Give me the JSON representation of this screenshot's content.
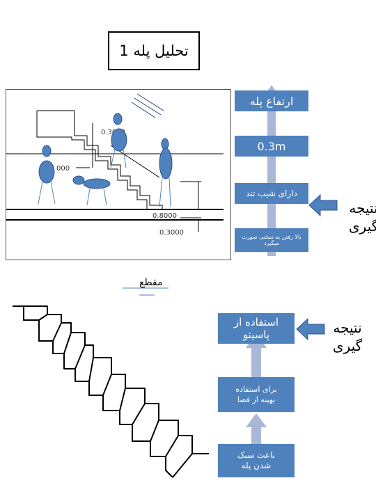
{
  "title": "تحلیل پله 1",
  "section_caption": "مقطع",
  "top_column": {
    "box1": "ارتفاع پله",
    "box2": "0.3m",
    "box3": "دارای شیب تند",
    "box4": "بالا رفتن به سختی صورت میگیرد"
  },
  "top_side_label_line1": "نتیجه",
  "top_side_label_line2": "گیری",
  "bottom_column": {
    "box1": "استفاده از پاسیتو",
    "box2": "برای استفاده بهینه از فضا",
    "box3": "باعث سبک شدن پله"
  },
  "bottom_side_label_line1": "نتیجه",
  "bottom_side_label_line2": "گیری",
  "dimensions": {
    "d1": "0.3000",
    "d2": "000",
    "d3": "0.8000",
    "d4": "0.3000"
  },
  "colors": {
    "box_blue": "#4f81bd",
    "arrow_light": "#a9b8d8",
    "figure_blue": "#4f81bd"
  }
}
